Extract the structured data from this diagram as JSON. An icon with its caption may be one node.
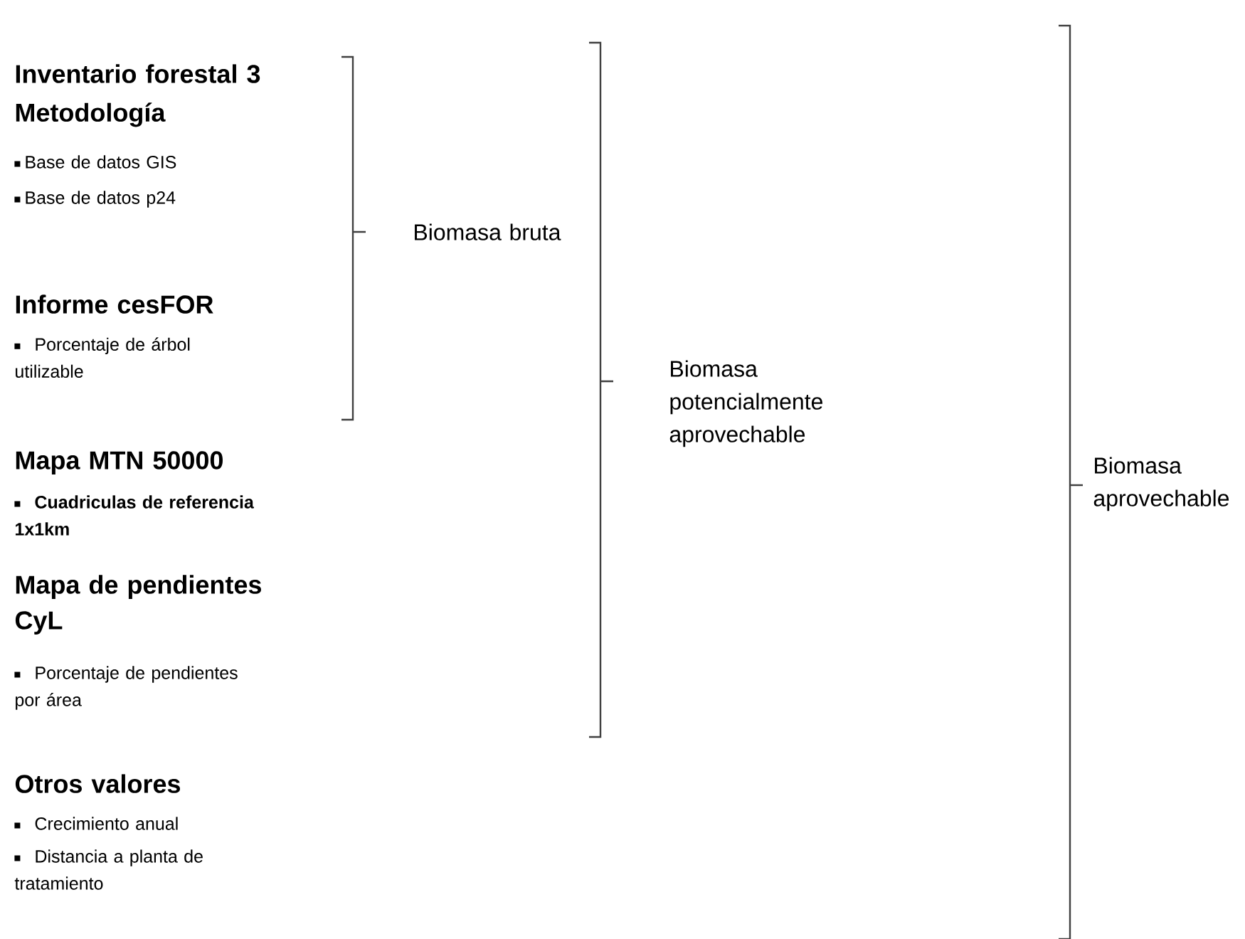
{
  "diagram": {
    "labels": [
      "Inventario forestal 3",
      "Metodología",
      "Base de datos GIS",
      "Base de datos p24",
      "Informe cesFOR",
      "Porcentaje de árbol utilizable",
      "Mapa MTN 50000",
      "Cuadriculas de referencia 1x1km",
      "Mapa de pendientes CyL",
      "Porcentaje de pendientes por área",
      "Otros valores",
      "Crecimiento anual",
      "Distancia a planta de tratamiento",
      "Biomasa bruta",
      "Biomasa potencialmente aprovechable",
      "Biomasa aprovechable"
    ]
  }
}
